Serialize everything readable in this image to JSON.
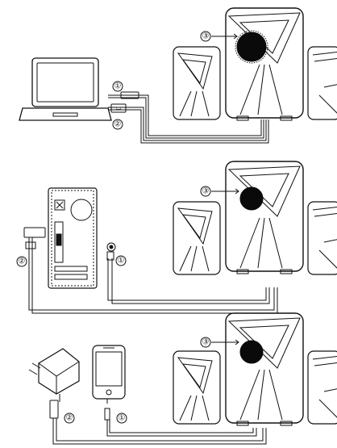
{
  "panels": [
    {
      "source": "laptop",
      "callouts": {
        "audio_cable": "①",
        "usb_cable": "②",
        "volume_knob": "③"
      }
    },
    {
      "source": "desktop-pc",
      "callouts": {
        "audio_cable": "①",
        "usb_cable": "②",
        "volume_knob": "③"
      }
    },
    {
      "source": "phone-with-charger",
      "callouts": {
        "audio_cable": "①",
        "usb_cable": "②",
        "volume_knob": "③"
      }
    }
  ],
  "colors": {
    "line": "#111111",
    "knob": "#0a0a0a",
    "background": "#ffffff"
  }
}
